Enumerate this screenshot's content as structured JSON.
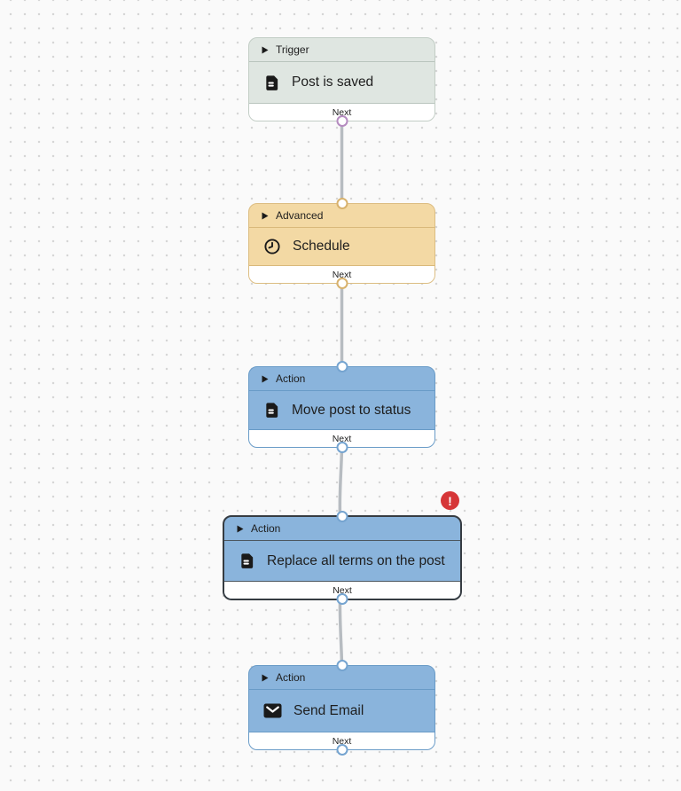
{
  "canvas": {
    "background_color": "#fafafa",
    "grid_dot_color": "#d6d6d6",
    "edge_color": "#b7bcc1"
  },
  "nodes": [
    {
      "category": "Trigger",
      "title": "Post is saved",
      "icon": "post-document-icon",
      "footer_label": "Next",
      "fill": "#dfe6e1",
      "border": "#c2cdc5",
      "divider": "#b9c4bd",
      "port_color": "#b58bc0",
      "selected": false,
      "has_error": false
    },
    {
      "category": "Advanced",
      "title": "Schedule",
      "icon": "clock-icon",
      "footer_label": "Next",
      "fill": "#f3d9a4",
      "border": "#dcbd82",
      "divider": "#d9b97b",
      "port_color": "#d8b26d",
      "selected": false,
      "has_error": false
    },
    {
      "category": "Action",
      "title": "Move post to status",
      "icon": "post-document-icon",
      "footer_label": "Next",
      "fill": "#8ab4dc",
      "border": "#699bc7",
      "divider": "#699bc7",
      "port_color": "#75a4d0",
      "selected": false,
      "has_error": false
    },
    {
      "category": "Action",
      "title": "Replace all terms on the post",
      "icon": "post-document-icon",
      "footer_label": "Next",
      "fill": "#8ab4dc",
      "border": "#363c42",
      "divider": "#4c5760",
      "port_color": "#75a4d0",
      "selected": true,
      "has_error": true
    },
    {
      "category": "Action",
      "title": "Send Email",
      "icon": "email-icon",
      "footer_label": "Next",
      "fill": "#8ab4dc",
      "border": "#699bc7",
      "divider": "#699bc7",
      "port_color": "#75a4d0",
      "selected": false,
      "has_error": false
    }
  ],
  "error_badge": {
    "symbol": "!",
    "color": "#d63638"
  }
}
